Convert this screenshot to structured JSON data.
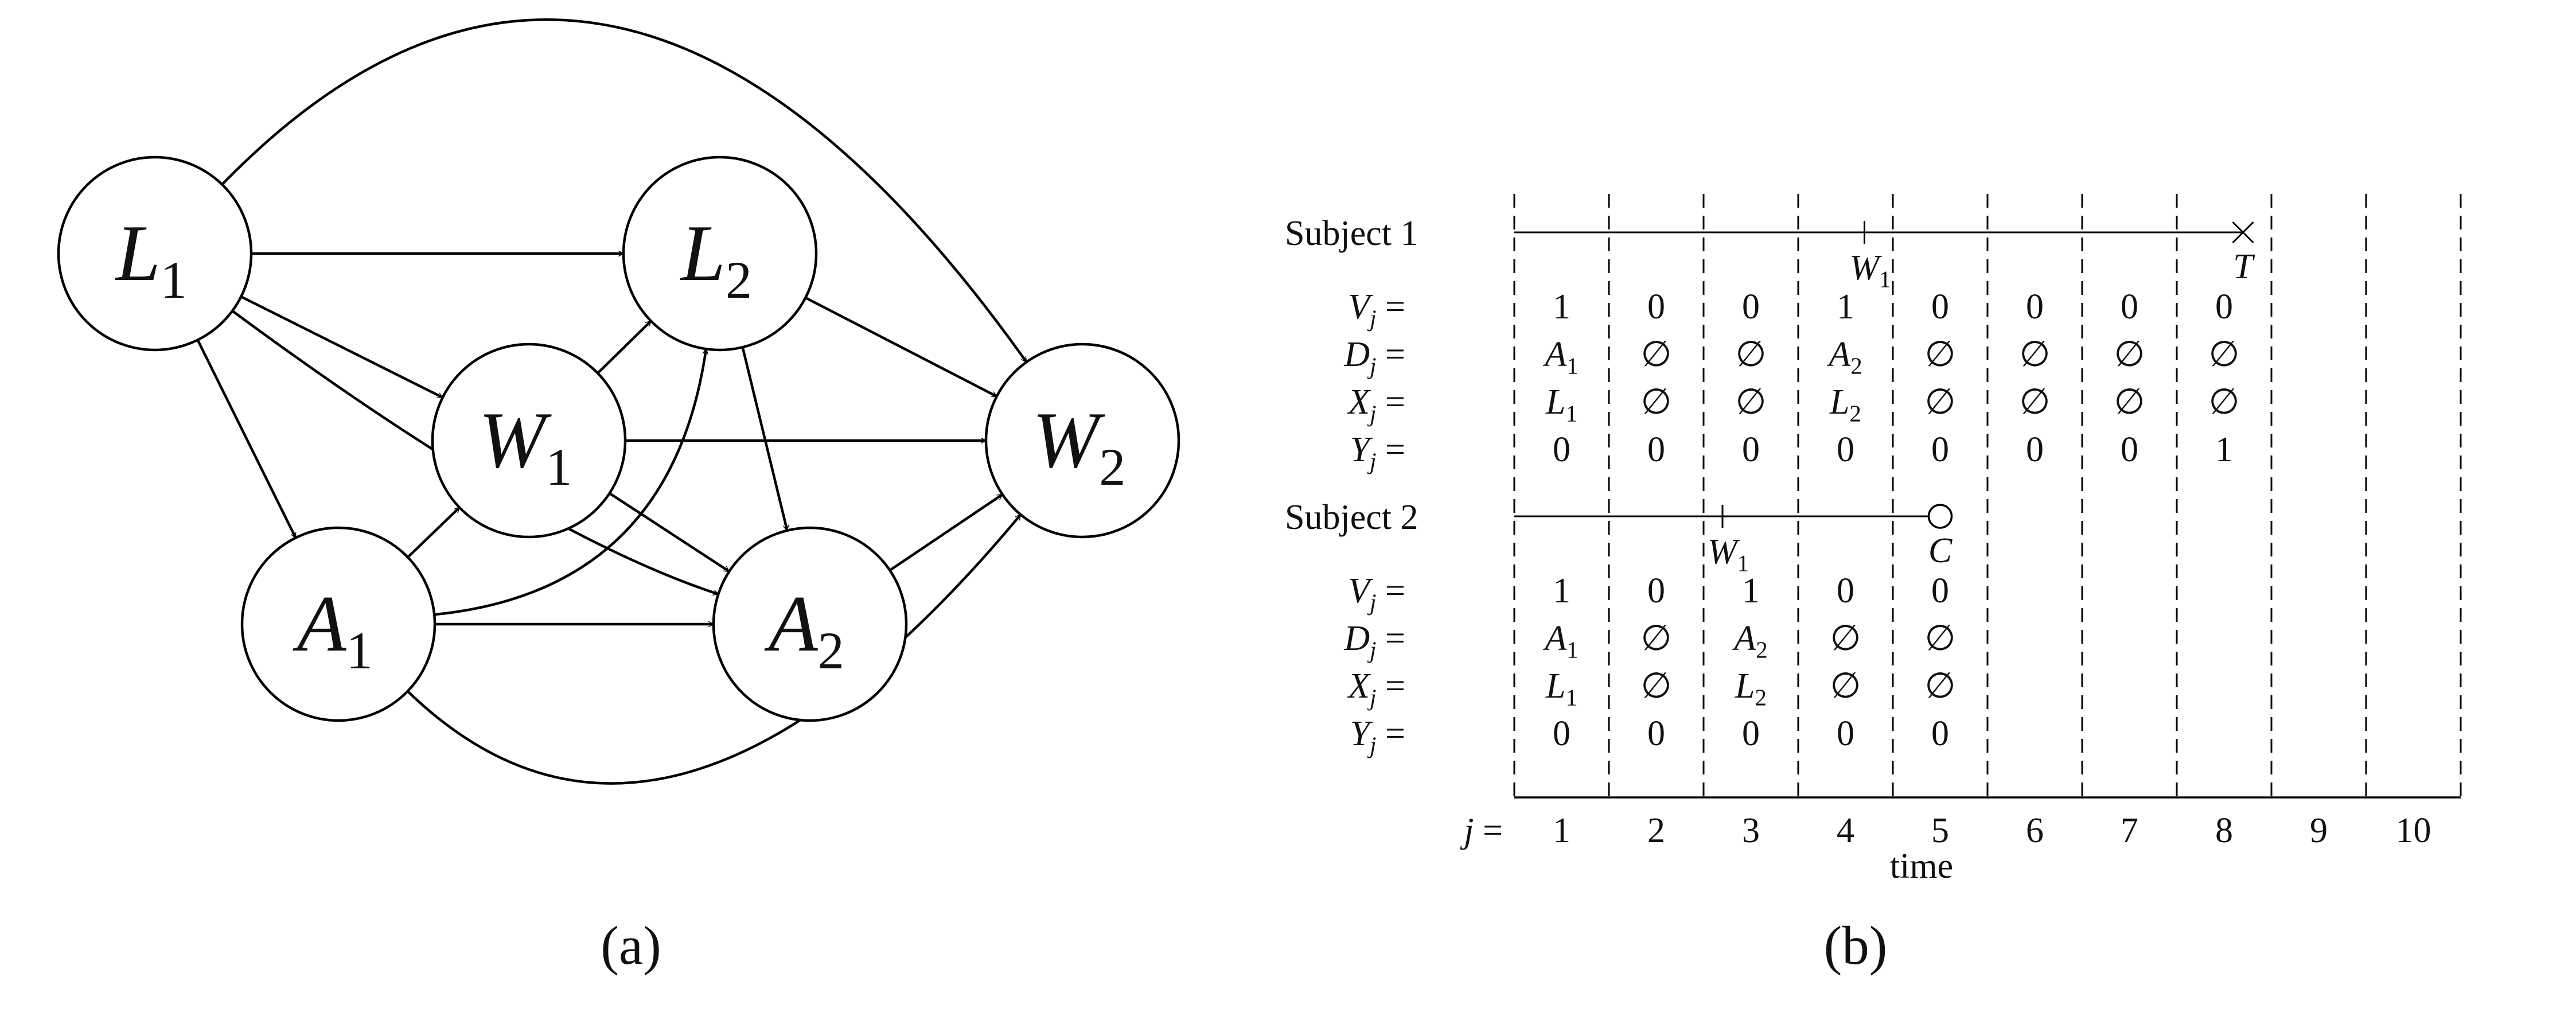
{
  "panel_a": {
    "caption": "(a)",
    "nodes": [
      {
        "id": "L1",
        "base": "L",
        "sub": "1"
      },
      {
        "id": "L2",
        "base": "L",
        "sub": "2"
      },
      {
        "id": "W1",
        "base": "W",
        "sub": "1"
      },
      {
        "id": "W2",
        "base": "W",
        "sub": "2"
      },
      {
        "id": "A1",
        "base": "A",
        "sub": "1"
      },
      {
        "id": "A2",
        "base": "A",
        "sub": "2"
      }
    ],
    "edges": [
      [
        "L1",
        "L2"
      ],
      [
        "L1",
        "W1"
      ],
      [
        "L1",
        "A1"
      ],
      [
        "L1",
        "A2"
      ],
      [
        "L1",
        "W2"
      ],
      [
        "A1",
        "W1"
      ],
      [
        "A1",
        "L2"
      ],
      [
        "A1",
        "A2"
      ],
      [
        "A1",
        "W2"
      ],
      [
        "W1",
        "L2"
      ],
      [
        "W1",
        "W2"
      ],
      [
        "W1",
        "A2"
      ],
      [
        "L2",
        "W2"
      ],
      [
        "L2",
        "A2"
      ],
      [
        "A2",
        "W2"
      ]
    ]
  },
  "panel_b": {
    "caption": "(b)",
    "axis_prefix": "j =",
    "axis_title": "time",
    "ticks": [
      "1",
      "2",
      "3",
      "4",
      "5",
      "6",
      "7",
      "8",
      "9",
      "10"
    ],
    "row_labels": [
      {
        "base": "V",
        "sub": "j",
        "suffix": "="
      },
      {
        "base": "D",
        "sub": "j",
        "suffix": "="
      },
      {
        "base": "X",
        "sub": "j",
        "suffix": "="
      },
      {
        "base": "Y",
        "sub": "j",
        "suffix": "="
      }
    ],
    "subjects": [
      {
        "name": "Subject 1",
        "w_label": {
          "base": "W",
          "sub": "1"
        },
        "w_position": 4.7,
        "end_position": 8.7,
        "end_marker": "cross",
        "end_label": "T",
        "rows": {
          "V": [
            "1",
            "0",
            "0",
            "1",
            "0",
            "0",
            "0",
            "0"
          ],
          "D": [
            "A1",
            "∅",
            "∅",
            "A2",
            "∅",
            "∅",
            "∅",
            "∅"
          ],
          "X": [
            "L1",
            "∅",
            "∅",
            "L2",
            "∅",
            "∅",
            "∅",
            "∅"
          ],
          "Y": [
            "0",
            "0",
            "0",
            "0",
            "0",
            "0",
            "0",
            "1"
          ]
        }
      },
      {
        "name": "Subject 2",
        "w_label": {
          "base": "W",
          "sub": "1"
        },
        "w_position": 3.2,
        "end_position": 5.5,
        "end_marker": "circle",
        "end_label": "C",
        "rows": {
          "V": [
            "1",
            "0",
            "1",
            "0",
            "0"
          ],
          "D": [
            "A1",
            "∅",
            "A2",
            "∅",
            "∅"
          ],
          "X": [
            "L1",
            "∅",
            "L2",
            "∅",
            "∅"
          ],
          "Y": [
            "0",
            "0",
            "0",
            "0",
            "0"
          ]
        }
      }
    ]
  }
}
